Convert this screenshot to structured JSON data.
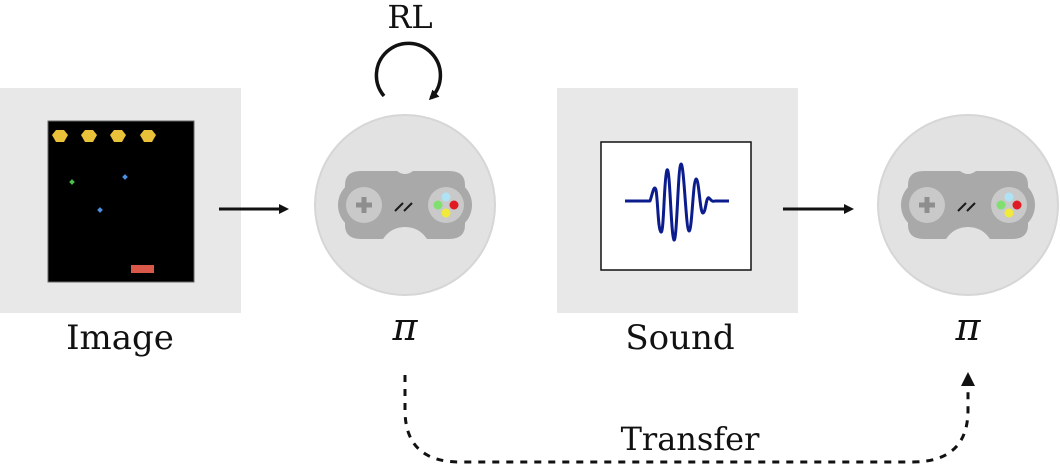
{
  "labels": {
    "rl": "RL",
    "image": "Image",
    "policy_1": "π",
    "sound": "Sound",
    "policy_2": "π",
    "transfer": "Transfer"
  },
  "colors": {
    "panel_bg": "#e8e8e8",
    "circle_bg": "#e2e2e2",
    "controller": "#a9a9a9",
    "waveform": "#0b1c8c",
    "game_bg": "#000000",
    "invader": "#e9c23a",
    "paddle": "#d9584a",
    "button_red": "#e01b24",
    "button_yellow": "#f2ea3a",
    "button_green": "#7fe070",
    "button_blue": "#aee3f5"
  },
  "icons": [
    "gamepad-icon",
    "gamepad-icon",
    "loop-arrow-icon",
    "waveform-icon",
    "atari-game-icon"
  ]
}
